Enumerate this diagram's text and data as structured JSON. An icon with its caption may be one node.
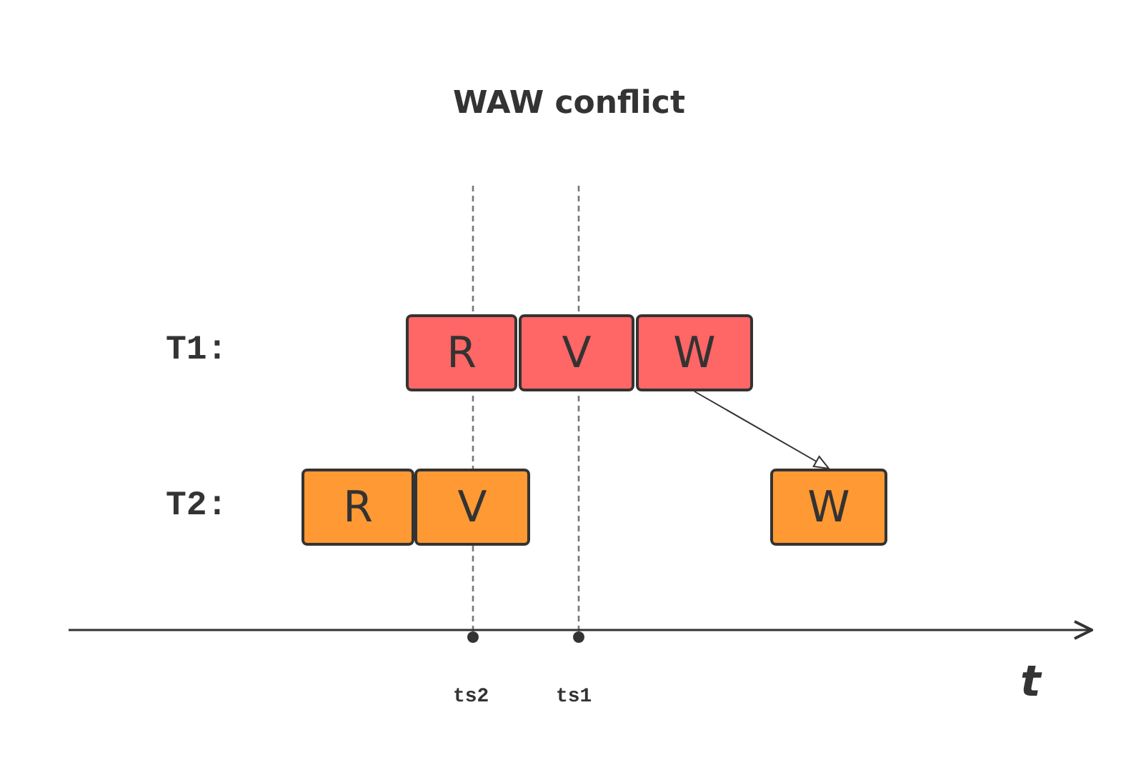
{
  "diagram": {
    "title": "WAW conflict",
    "nodes": [
      {
        "text": [
          "R"
        ]
      },
      {
        "text": [
          "V"
        ]
      },
      {
        "text": [
          "W"
        ]
      },
      {
        "text": [
          "R"
        ]
      },
      {
        "text": [
          "V"
        ]
      },
      {
        "text": [
          "W"
        ]
      }
    ],
    "edges": [
      {
        "from": 2,
        "to": 5,
        "arrow": "to"
      }
    ],
    "labels": [
      "T1:",
      "T2:",
      "ts2",
      "ts1",
      "t"
    ]
  }
}
